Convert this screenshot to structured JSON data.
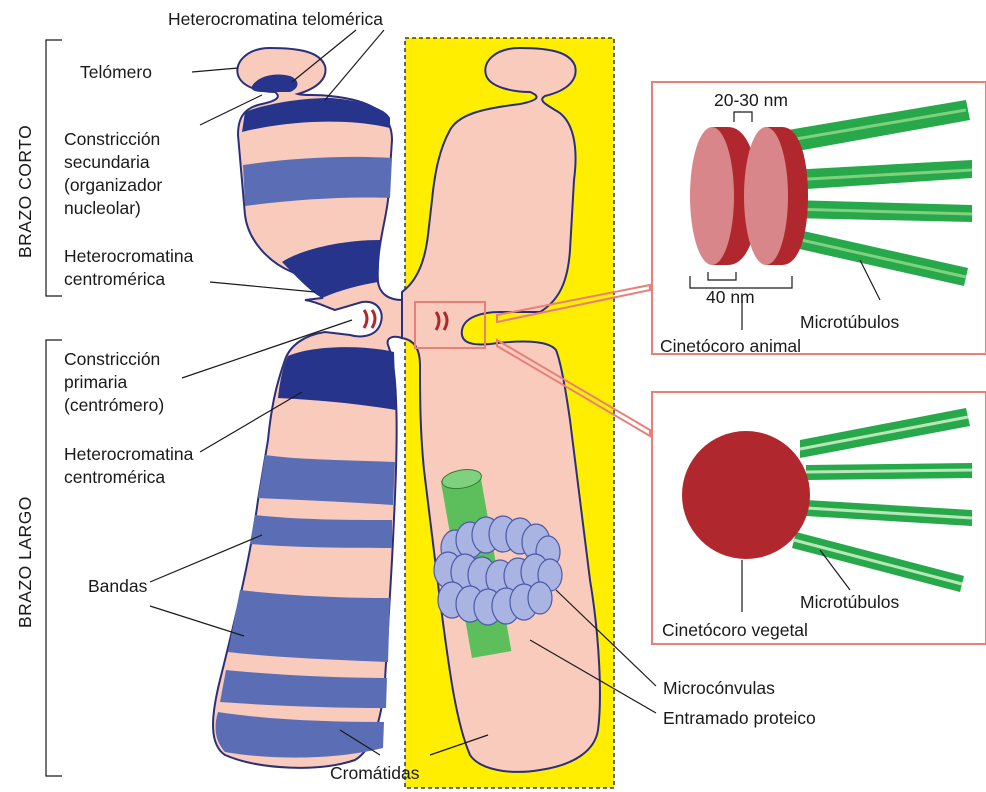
{
  "colors": {
    "chromatid": "#f9cbbd",
    "band": "#5b6eb5",
    "heterochromatin": "#27348b",
    "highlight": "#ffee00",
    "kinetochore": "#b0282e",
    "microtubule": "#27a84a",
    "inset_border": "#e8807a",
    "protein_scaffold": "#5cbf5c",
    "microconvolution": "#a9b4e2"
  },
  "labels": {
    "heterocromatina_telomerica": "Heterocromatina telomérica",
    "telomero": "Telómero",
    "constriccion_secundaria": [
      "Constricción",
      "secundaria",
      "(organizador",
      "nucleolar)"
    ],
    "heterocromatina_centromerica_top": [
      "Heterocromatina",
      "centromérica"
    ],
    "constriccion_primaria": [
      "Constricción",
      "primaria",
      "(centrómero)"
    ],
    "heterocromatina_centromerica_bottom": [
      "Heterocromatina",
      "centromérica"
    ],
    "bandas": "Bandas",
    "cromatidas": "Cromátidas",
    "microconvulas": "Microcónvulas",
    "entramado_proteico": "Entramado proteico",
    "brazo_corto": "BRAZO CORTO",
    "brazo_largo": "BRAZO LARGO"
  },
  "inset_animal": {
    "gap_label": "20-30 nm",
    "width_label": "40 nm",
    "microtubulos": "Microtúbulos",
    "title": "Cinetócoro animal"
  },
  "inset_vegetal": {
    "microtubulos": "Microtúbulos",
    "title": "Cinetócoro vegetal"
  }
}
